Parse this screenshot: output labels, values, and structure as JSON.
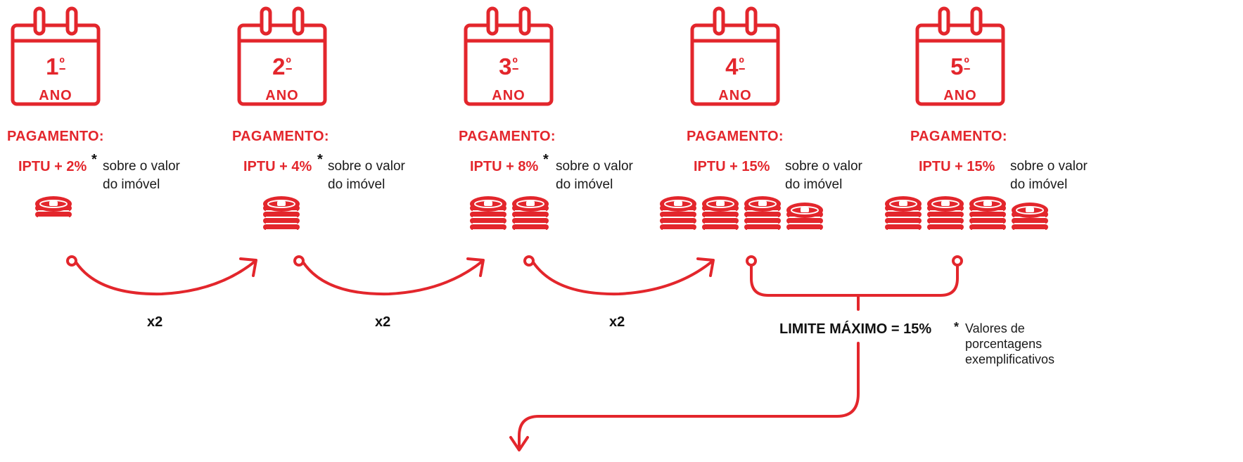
{
  "brand_color": "#e3262c",
  "years": [
    {
      "number": "1",
      "ordinal": "º",
      "label": "ANO",
      "payment_label": "PAGAMENTO:",
      "rate": "IPTU + 2%",
      "asterisk": "*",
      "desc_line1": "sobre o valor",
      "desc_line2": "do imóvel",
      "coin_stacks": 1
    },
    {
      "number": "2",
      "ordinal": "º",
      "label": "ANO",
      "payment_label": "PAGAMENTO:",
      "rate": "IPTU + 4%",
      "asterisk": "*",
      "desc_line1": "sobre o valor",
      "desc_line2": "do imóvel",
      "coin_stacks": 1
    },
    {
      "number": "3",
      "ordinal": "º",
      "label": "ANO",
      "payment_label": "PAGAMENTO:",
      "rate": "IPTU + 8%",
      "asterisk": "*",
      "desc_line1": "sobre o valor",
      "desc_line2": "do imóvel",
      "coin_stacks": 2
    },
    {
      "number": "4",
      "ordinal": "º",
      "label": "ANO",
      "payment_label": "PAGAMENTO:",
      "rate": "IPTU + 15%",
      "asterisk": "",
      "desc_line1": "sobre o valor",
      "desc_line2": "do imóvel",
      "coin_stacks": 4
    },
    {
      "number": "5",
      "ordinal": "º",
      "label": "ANO",
      "payment_label": "PAGAMENTO:",
      "rate": "IPTU + 15%",
      "asterisk": "",
      "desc_line1": "sobre o valor",
      "desc_line2": "do imóvel",
      "coin_stacks": 4
    }
  ],
  "multipliers": [
    "x2",
    "x2",
    "x2"
  ],
  "limit_label": "LIMITE MÁXIMO = 15%",
  "footnote": {
    "asterisk": "*",
    "line1": "Valores de",
    "line2": "porcentagens",
    "line3": "exemplificativos"
  },
  "icons": {
    "calendar": "calendar-icon",
    "coins": "coin-stack-icon",
    "arrow": "curved-arrow-icon"
  }
}
